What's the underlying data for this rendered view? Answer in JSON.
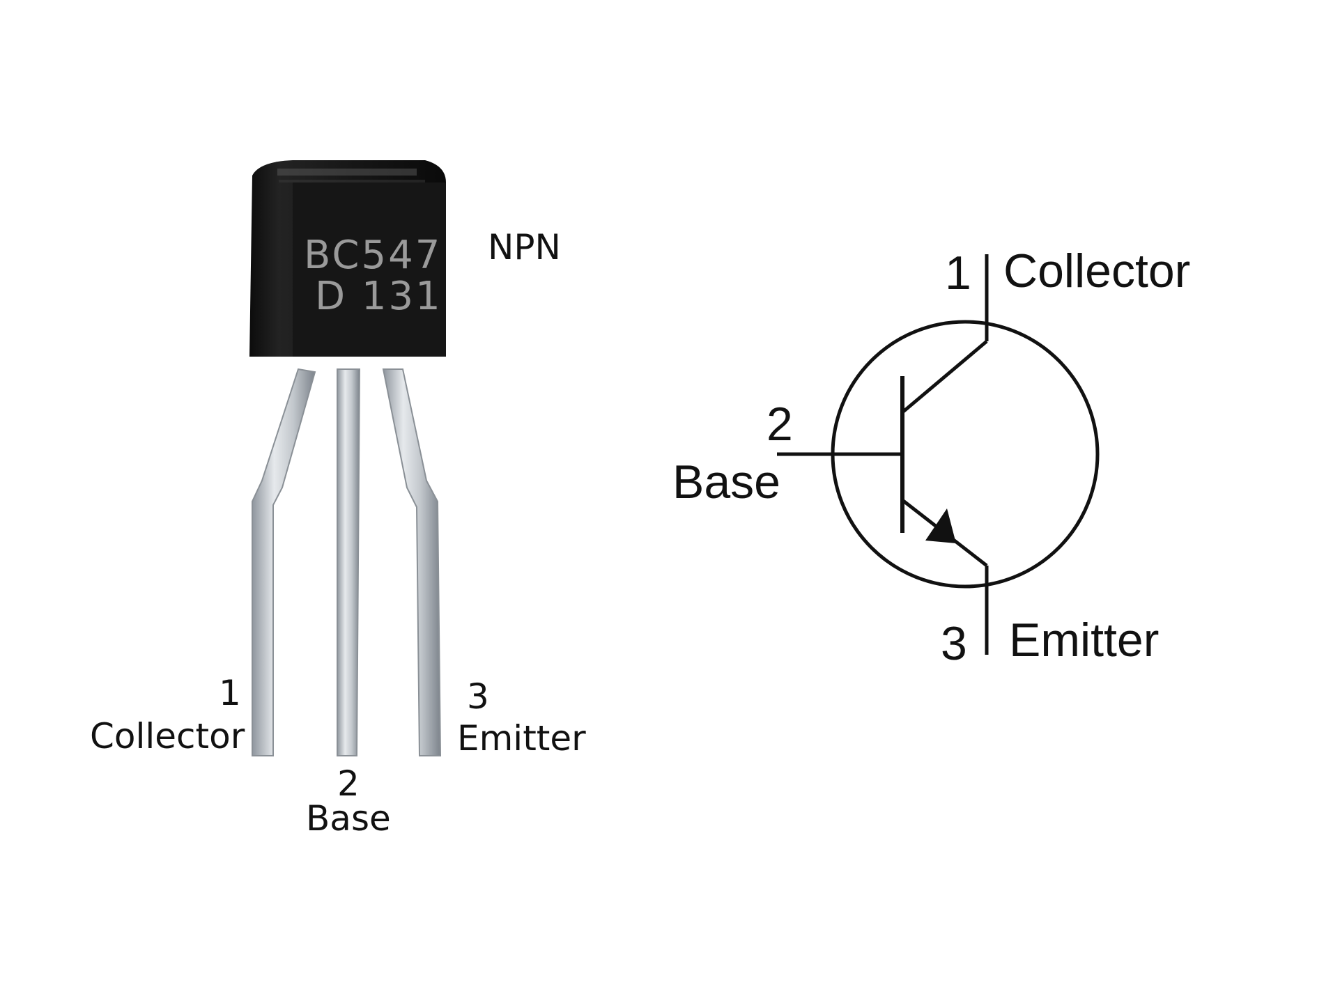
{
  "photo": {
    "marking_line1": "BC547",
    "marking_line2": "D 131",
    "type_label": "NPN",
    "pins": [
      {
        "number": "1",
        "name": "Collector"
      },
      {
        "number": "2",
        "name": "Base"
      },
      {
        "number": "3",
        "name": "Emitter"
      }
    ]
  },
  "schematic": {
    "pins": [
      {
        "number": "1",
        "name": "Collector"
      },
      {
        "number": "2",
        "name": "Base"
      },
      {
        "number": "3",
        "name": "Emitter"
      }
    ]
  },
  "colors": {
    "body": "#111111",
    "marking": "#9a9a9a",
    "lead": "#c9cdd2",
    "line": "#111111"
  }
}
